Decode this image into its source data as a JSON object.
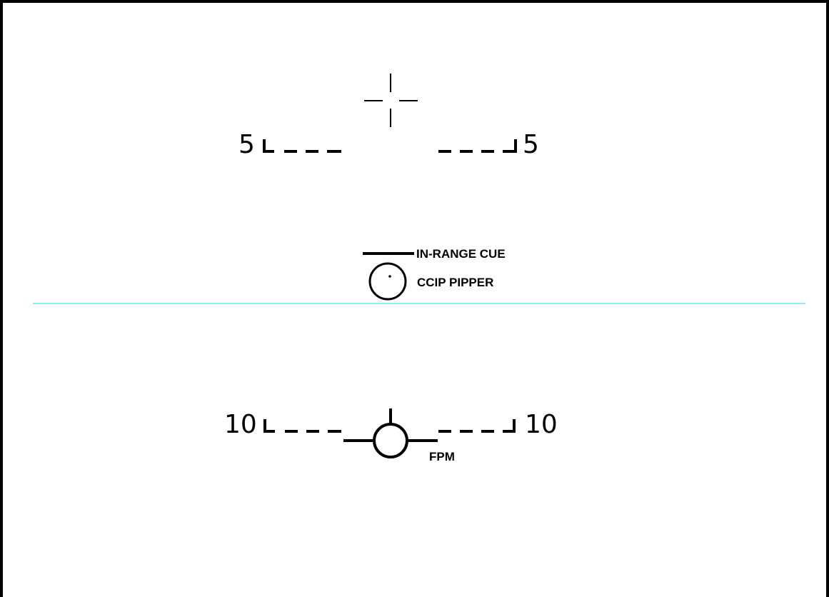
{
  "colors": {
    "ink": "#000000",
    "horizon_line": "#66e6f0",
    "background": "#ffffff"
  },
  "labels": {
    "in_range_cue": "IN-RANGE CUE",
    "ccip_pipper": "CCIP PIPPER",
    "fpm": "FPM"
  },
  "pitch_ladder": {
    "upper": {
      "left": "5",
      "right": "5"
    },
    "lower": {
      "left": "10",
      "right": "10"
    }
  },
  "icons": [
    "gun-cross-icon",
    "ccip-pipper-icon",
    "flight-path-marker-icon"
  ]
}
